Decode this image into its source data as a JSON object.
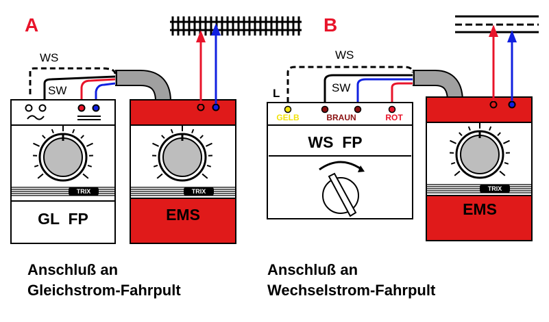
{
  "panel_a": {
    "letter": "A",
    "wire_ws": "WS",
    "wire_sw": "SW",
    "unit_left_name": "GL  FP",
    "unit_right_name": "EMS",
    "trix_left": "TRIX",
    "trix_right": "TRIX",
    "caption_line1": "Anschluß an",
    "caption_line2": "Gleichstrom-Fahrpult"
  },
  "panel_b": {
    "letter": "B",
    "wire_ws": "WS",
    "wire_sw": "SW",
    "wire_l": "L",
    "terminal_gelb": "GELB",
    "terminal_braun": "BRAUN",
    "terminal_rot": "ROT",
    "unit_left_name": "WS  FP",
    "unit_right_name": "EMS",
    "trix_right": "TRIX",
    "caption_line1": "Anschluß an",
    "caption_line2": "Wechselstrom-Fahrpult"
  },
  "colors": {
    "accent_red": "#e8142a",
    "wire_blue": "#1020e0",
    "unit_red": "#e01a1a",
    "terminal_yellow": "#f2e20a",
    "terminal_brown": "#8a1010",
    "cable_gray": "#a0a0a0"
  },
  "icons": [
    "ac-symbol-icon",
    "dc-symbol-icon",
    "speed-knob-icon",
    "reverser-knob-icon",
    "track-icon",
    "overhead-wire-icon"
  ]
}
